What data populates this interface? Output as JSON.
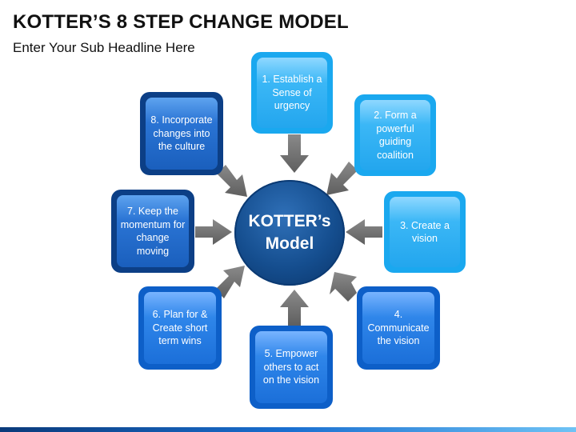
{
  "slide": {
    "title": "KOTTER’S 8 STEP CHANGE MODEL",
    "subtitle": "Enter Your Sub Headline Here"
  },
  "hub": {
    "line1": "KOTTER’s",
    "line2": "Model"
  },
  "steps": [
    "1. Establish a Sense of urgency",
    "2. Form a powerful guiding coalition",
    "3. Create a vision",
    "4. Communicate the vision",
    "5. Empower others to act on the vision",
    "6. Plan for & Create short term wins",
    "7. Keep the momentum for change moving",
    "8. Incorporate changes into the culture"
  ],
  "colors": {
    "light_blue": "#1aa8ef",
    "mid_blue": "#0d5fc8",
    "dark_blue": "#0c3f86",
    "hub": "#154e8f",
    "arrow": "#6f6f6f"
  }
}
